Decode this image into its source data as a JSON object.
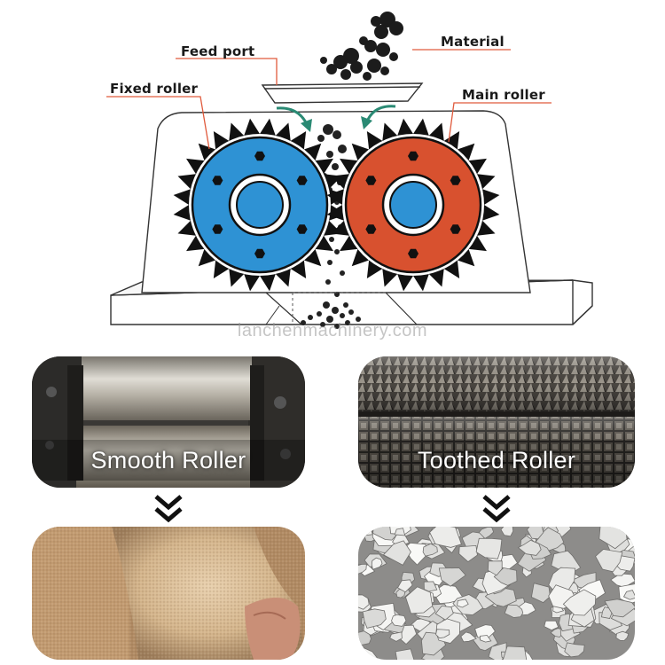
{
  "labels": {
    "feed_port": "Feed port",
    "material": "Material",
    "fixed_roller": "Fixed roller",
    "main_roller": "Main roller"
  },
  "watermark": "lanchenmachinery.com",
  "panels": {
    "smooth_roller": "Smooth Roller",
    "toothed_roller": "Toothed Roller"
  },
  "colors": {
    "fixed_roller": "#2e92d4",
    "main_roller": "#d8512f",
    "callout_line": "#e05a3c",
    "coal": "#1c1c1c",
    "outline": "#333333"
  },
  "icons": {
    "down_arrow": "double-chevron-down-icon",
    "feed_arrow": "curved-arrow-icon"
  }
}
